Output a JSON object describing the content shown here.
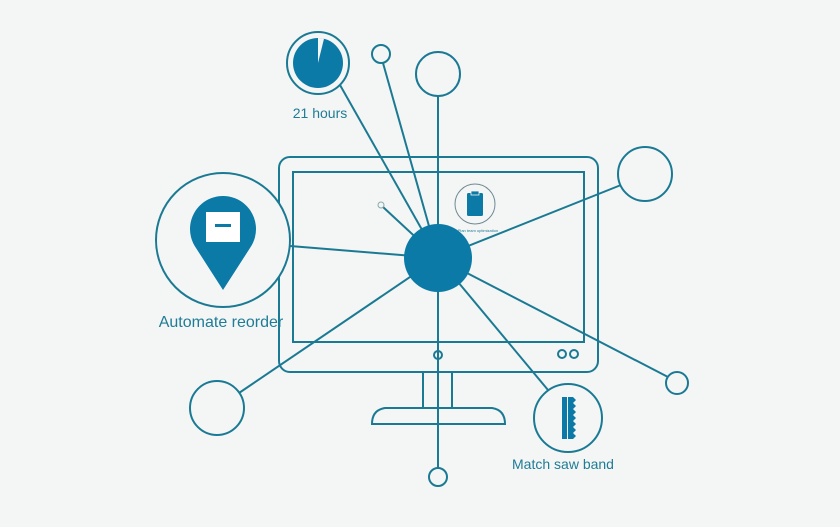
{
  "labels": {
    "hours": "21 hours",
    "reorder": "Automate reorder",
    "saw": "Match saw band",
    "clipboard": "Plan team optimization"
  },
  "clock_fraction_remaining": 0.04,
  "colors": {
    "stroke": "#1b7a93",
    "fill": "#0b7aa6",
    "background": "#f4f5f5"
  }
}
